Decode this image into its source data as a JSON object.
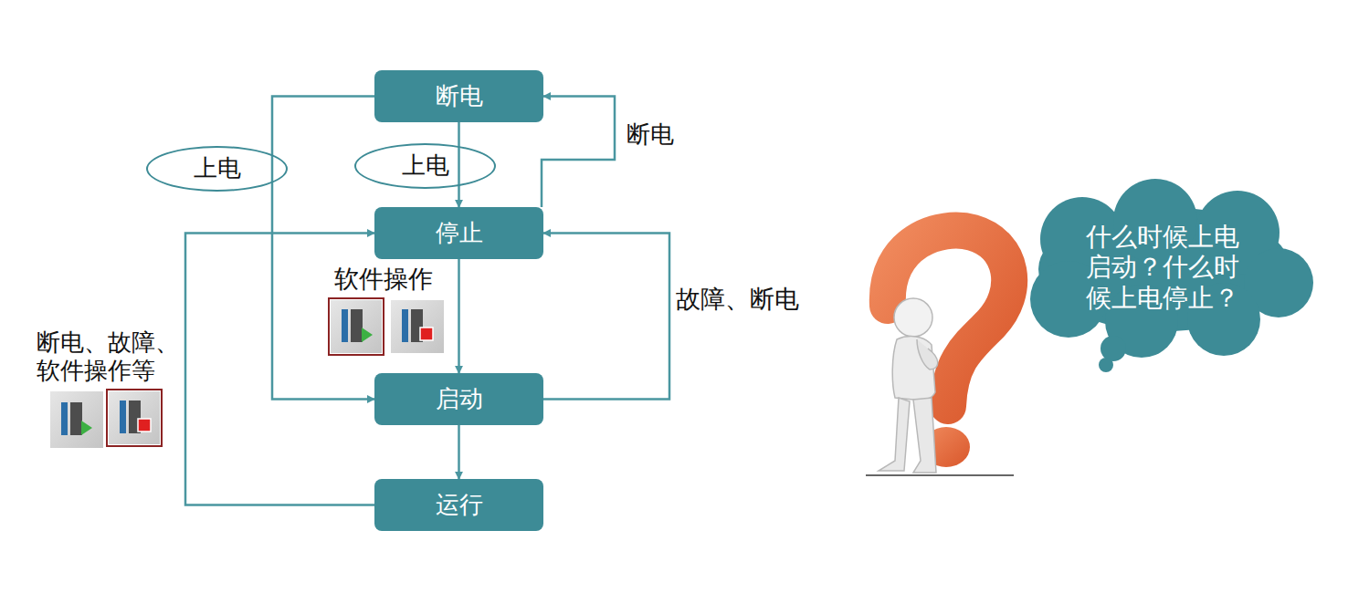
{
  "diagram": {
    "nodes": [
      {
        "text": [
          "断电"
        ]
      },
      {
        "text": [
          "停止"
        ]
      },
      {
        "text": [
          "启动"
        ]
      },
      {
        "text": [
          "运行"
        ]
      },
      {
        "text": [
          "什么时候上电启动？什么时候上电停止？"
        ]
      }
    ],
    "edges": [
      {
        "from": 0,
        "to": 1,
        "label": "上电",
        "arrow": "to"
      },
      {
        "from": 0,
        "to": 2,
        "label": "上电",
        "arrow": "to"
      },
      {
        "from": 1,
        "to": 0,
        "label": "断电",
        "arrow": "to"
      },
      {
        "from": 1,
        "to": 2,
        "label": "软件操作",
        "arrow": "to"
      },
      {
        "from": 2,
        "to": 1,
        "label": "故障、断电",
        "arrow": "to"
      },
      {
        "from": 2,
        "to": 3,
        "arrow": "to"
      },
      {
        "from": 3,
        "to": 1,
        "label": "断电、故障、软件操作等",
        "arrow": "to"
      }
    ]
  }
}
